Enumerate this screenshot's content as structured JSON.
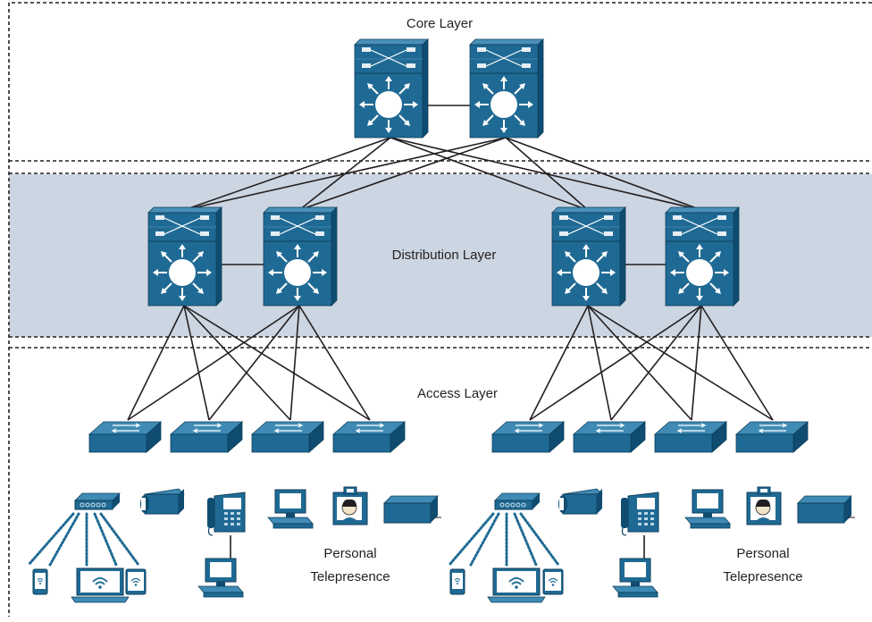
{
  "layers": {
    "core": "Core Layer",
    "distribution": "Distribution Layer",
    "access": "Access Layer"
  },
  "endpoints": {
    "left": {
      "label_line1": "Personal",
      "label_line2": "Telepresence"
    },
    "right": {
      "label_line1": "Personal",
      "label_line2": "Telepresence"
    }
  },
  "colors": {
    "device": "#1f6a94",
    "device_dark": "#0f4c70",
    "device_top": "#3f8bb5",
    "distribution_band": "#ccd6e2",
    "border": "#231f20"
  }
}
